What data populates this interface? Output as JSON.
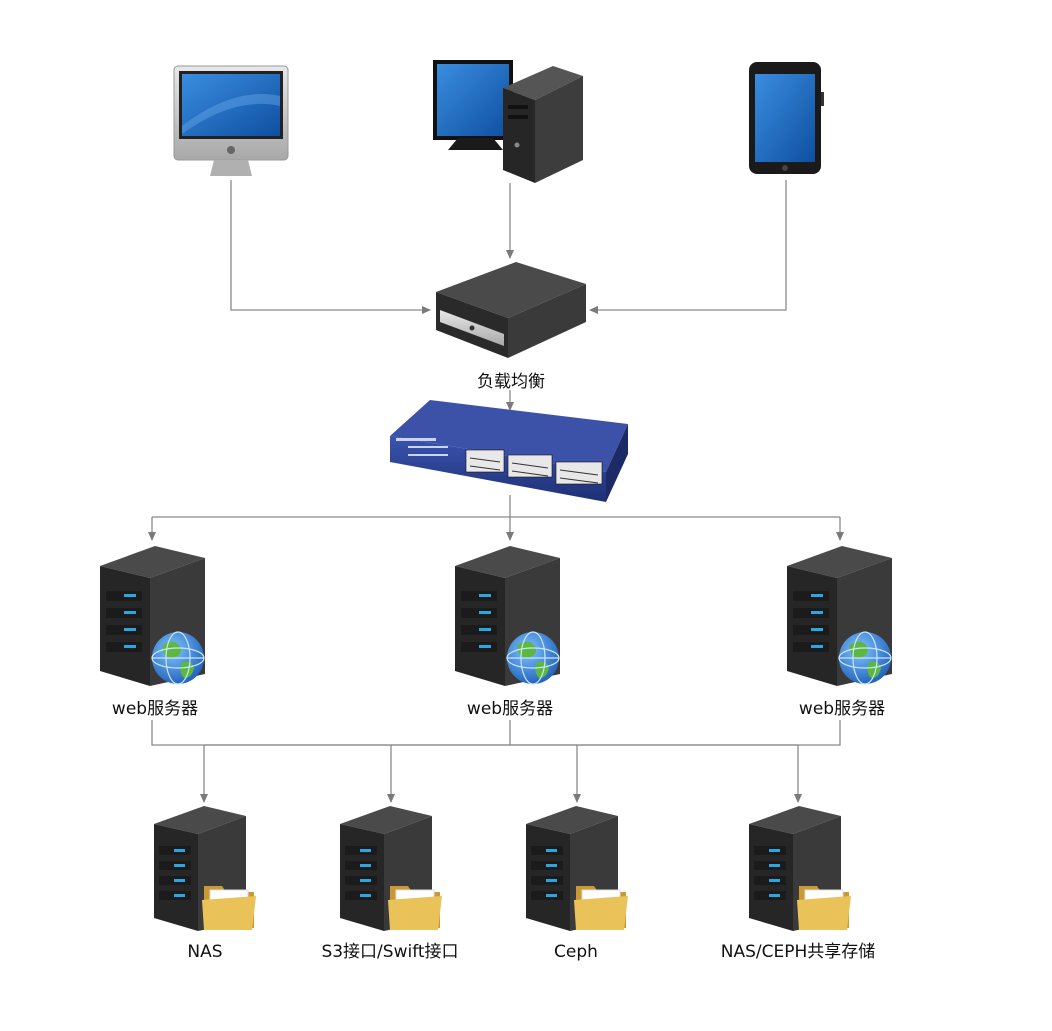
{
  "nodes": {
    "client_imac": {
      "icon": "imac-desktop-icon"
    },
    "client_pc": {
      "icon": "desktop-pc-tower-icon"
    },
    "client_tablet": {
      "icon": "tablet-icon"
    },
    "load_balancer": {
      "label": "负载均衡",
      "icon": "load-balancer-appliance-icon"
    },
    "switch": {
      "icon": "network-switch-icon"
    },
    "web_servers": [
      {
        "label": "web服务器",
        "icon": "web-server-globe-icon"
      },
      {
        "label": "web服务器",
        "icon": "web-server-globe-icon"
      },
      {
        "label": "web服务器",
        "icon": "web-server-globe-icon"
      }
    ],
    "storage": [
      {
        "label": "NAS",
        "icon": "storage-server-folder-icon"
      },
      {
        "label": "S3接口/Swift接口",
        "icon": "storage-server-folder-icon"
      },
      {
        "label": "Ceph",
        "icon": "storage-server-folder-icon"
      },
      {
        "label": "NAS/CEPH共享存储",
        "icon": "storage-server-folder-icon"
      }
    ]
  },
  "colors": {
    "connector": "#8a8a8a",
    "screen_blue": "#1d6fc4",
    "switch_blue": "#2a3f8f",
    "server_dark": "#2b2b2b",
    "server_led": "#2aa7e0",
    "folder_yellow": "#e9c25a",
    "globe_blue": "#2f7fd6",
    "globe_green": "#5cb83e"
  }
}
